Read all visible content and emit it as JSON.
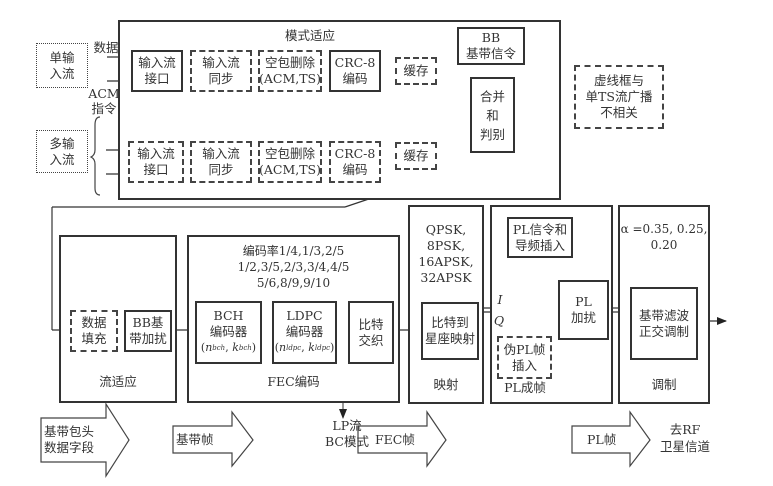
{
  "inputs": {
    "single_stream": "单输\n入流",
    "multi_stream": "多输\n入流",
    "data_label": "数据",
    "acm_label": "ACM\n指令"
  },
  "mode_adaptation": {
    "title": "模式适应",
    "top_row": {
      "input_interface": "输入流\n接口",
      "input_sync": "输入流\n同步",
      "null_packet_deletion": "空包删除\n(ACM,TS)",
      "crc8": "CRC-8\n编码",
      "buffer": "缓存"
    },
    "bottom_row": {
      "input_interface": "输入流\n接口",
      "input_sync": "输入流\n同步",
      "null_packet_deletion": "空包删除\n(ACM,TS)",
      "crc8": "CRC-8\n编码",
      "buffer": "缓存"
    },
    "bb_signalling": "BB\n基带信令",
    "merger": "合并\n和\n判别"
  },
  "note": "虚线框与\n单TS流广播\n不相关",
  "stream_adaptation": {
    "title": "流适应",
    "padding": "数据\n填充",
    "bb_scrambler": "BB基\n带加扰"
  },
  "fec": {
    "title": "FEC编码",
    "rates": "编码率1/4,1/3,2/5\n1/2,3/5,2/3,3/4,4/5\n5/6,8/9,9/10",
    "bch_name": "BCH\n编码器",
    "bch_params": [
      "n",
      "bch",
      "k",
      "bch"
    ],
    "ldpc_name": "LDPC\n编码器",
    "ldpc_params": [
      "n",
      "ldpc",
      "k",
      "ldpc"
    ],
    "interleaver": "比特\n交织"
  },
  "mapping": {
    "title": "映射",
    "schemes": "QPSK,\n8PSK,\n16APSK,\n32APSK",
    "mapper": "比特到\n星座映射"
  },
  "pl_framing": {
    "title": "PL成帧",
    "signalling": "PL信令和\n导频插入",
    "dummy": "伪PL帧\n插入",
    "scrambler": "PL\n加扰",
    "i_label": "I",
    "q_label": "Q"
  },
  "modulation": {
    "title": "调制",
    "rolloff": "α =0.35, 0.25,\n0.20",
    "block": "基带滤波\n正交调制"
  },
  "lp_stream": "LP流\nBC模式",
  "arrows": {
    "bb_header": "基带包头\n数据字段",
    "bb_frame": "基带帧",
    "fec_frame": "FEC帧",
    "pl_frame": "PL帧"
  },
  "output": "去RF\n卫星信道"
}
